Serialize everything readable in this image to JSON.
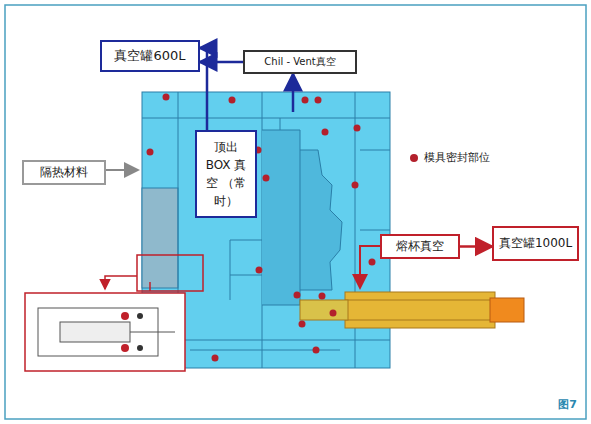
{
  "diagram": {
    "nodes": [
      {
        "text": [
          "真空罐600L"
        ]
      },
      {
        "text": [
          "Chil - Vent真空"
        ]
      },
      {
        "text": [
          "隔热材料"
        ]
      },
      {
        "text": [
          "顶出 BOX 真空 （常时）"
        ]
      },
      {
        "text": [
          "熔杯真空"
        ]
      },
      {
        "text": [
          "真空罐1000L"
        ]
      }
    ],
    "edges": [
      {
        "from": 3,
        "to": 0,
        "arrow": "to"
      },
      {
        "from": 1,
        "to": 0,
        "arrow": "to"
      },
      {
        "from": 4,
        "to": 5,
        "arrow": "to"
      }
    ],
    "labels": [
      "图7"
    ],
    "legend": [
      {
        "text": "模具密封部位",
        "color": "#b3202c"
      }
    ]
  }
}
